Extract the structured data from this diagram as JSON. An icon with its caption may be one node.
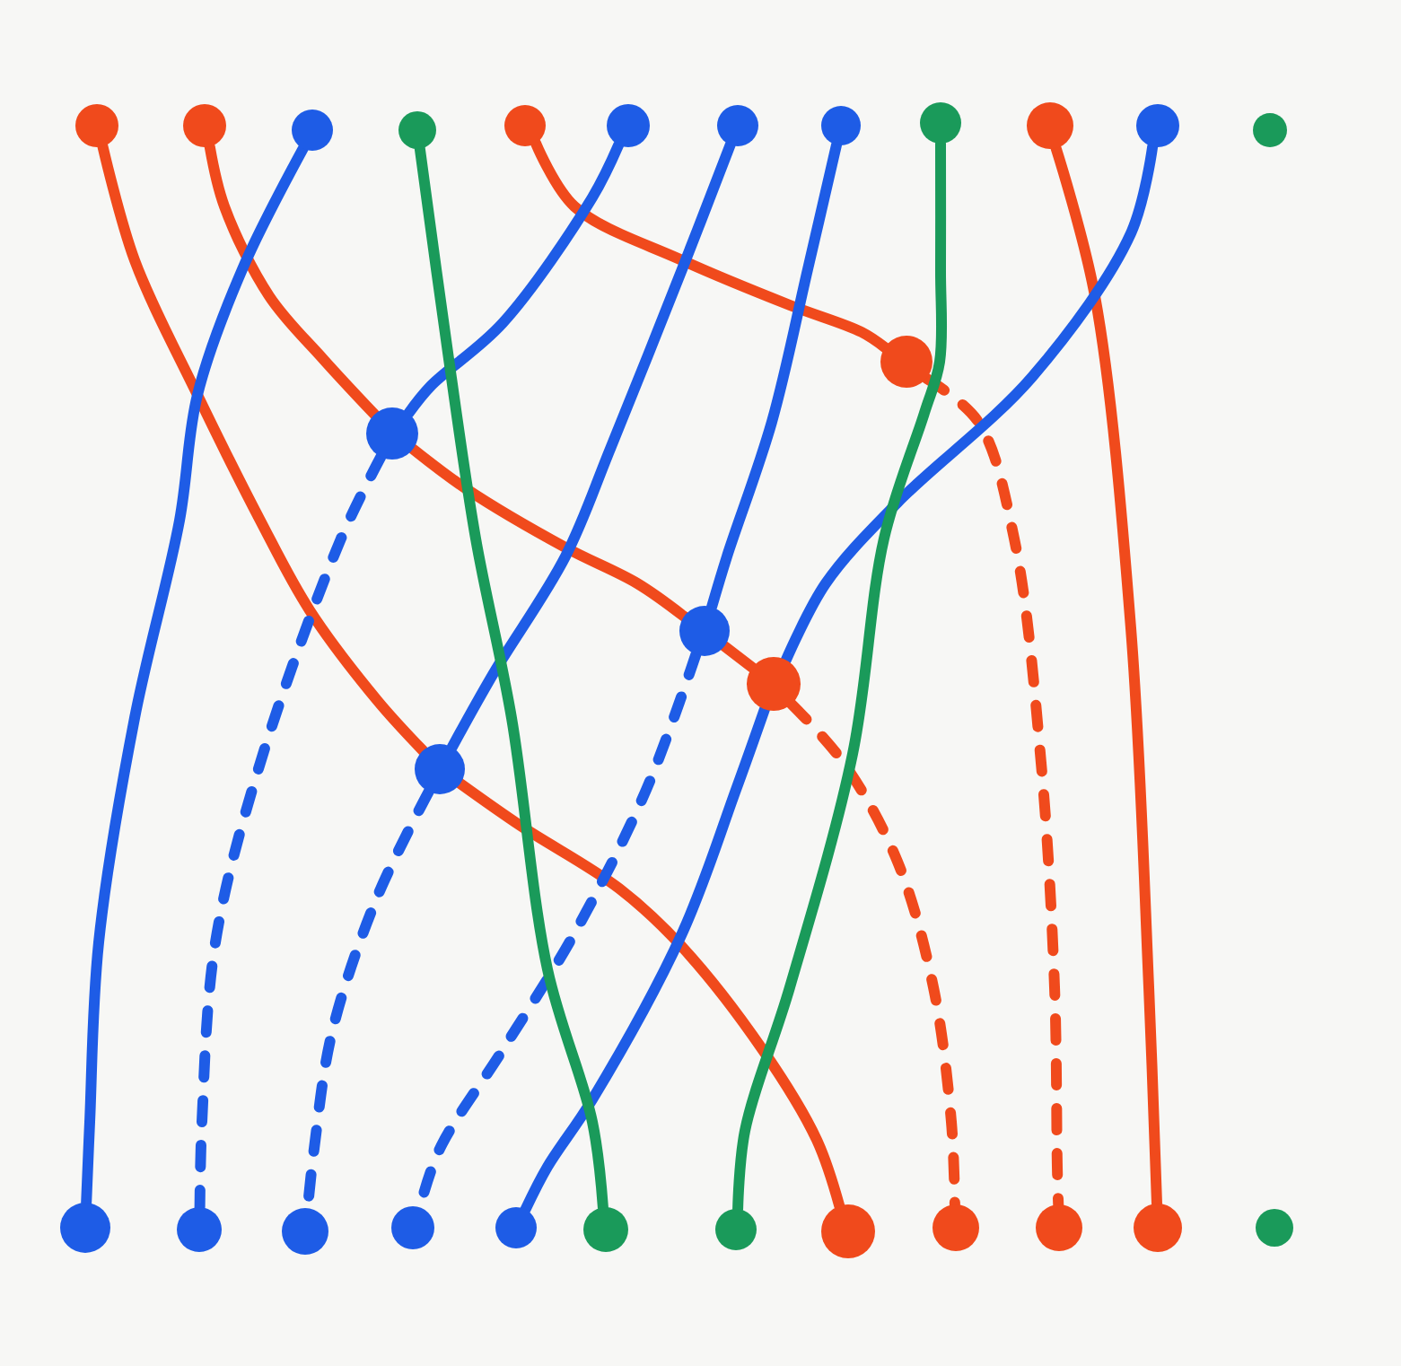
{
  "diagram": {
    "nodes": [
      {
        "text": [],
        "shape": "circle"
      },
      {
        "text": [],
        "shape": "circle"
      },
      {
        "text": [],
        "shape": "circle"
      },
      {
        "text": [],
        "shape": "circle"
      },
      {
        "text": [],
        "shape": "circle"
      },
      {
        "text": [],
        "shape": "circle"
      },
      {
        "text": [],
        "shape": "circle"
      },
      {
        "text": [],
        "shape": "circle"
      },
      {
        "text": [],
        "shape": "circle"
      },
      {
        "text": [],
        "shape": "circle"
      },
      {
        "text": [],
        "shape": "circle"
      },
      {
        "text": [],
        "shape": "circle"
      },
      {
        "text": [],
        "shape": "circle"
      },
      {
        "text": [],
        "shape": "circle"
      },
      {
        "text": [],
        "shape": "circle"
      },
      {
        "text": [],
        "shape": "circle"
      },
      {
        "text": [],
        "shape": "circle"
      },
      {
        "text": [],
        "shape": "circle"
      },
      {
        "text": [],
        "shape": "circle"
      },
      {
        "text": [],
        "shape": "circle"
      },
      {
        "text": [],
        "shape": "circle"
      },
      {
        "text": [],
        "shape": "circle"
      },
      {
        "text": [],
        "shape": "circle"
      },
      {
        "text": [],
        "shape": "circle"
      },
      {
        "text": [],
        "shape": "circle"
      },
      {
        "text": [],
        "shape": "circle"
      },
      {
        "text": [],
        "shape": "circle"
      },
      {
        "text": [],
        "shape": "circle"
      },
      {
        "text": [],
        "shape": "circle"
      }
    ],
    "edges": [
      {
        "from": 0,
        "to": 16,
        "arrow": "none",
        "color": "#f04a1c"
      },
      {
        "from": 16,
        "to": 24,
        "arrow": "none",
        "color": "#f04a1c"
      },
      {
        "from": 1,
        "to": 13,
        "arrow": "none",
        "color": "#f04a1c"
      },
      {
        "from": 13,
        "to": 14,
        "arrow": "none",
        "color": "#f04a1c"
      },
      {
        "from": 14,
        "to": 15,
        "arrow": "none",
        "color": "#f04a1c"
      },
      {
        "from": 15,
        "to": 25,
        "arrow": "none",
        "style": "dashed",
        "color": "#f04a1c"
      },
      {
        "from": 4,
        "to": 12,
        "arrow": "none",
        "color": "#f04a1c"
      },
      {
        "from": 12,
        "to": 26,
        "arrow": "none",
        "style": "dashed",
        "color": "#f04a1c"
      },
      {
        "from": 9,
        "to": 27,
        "arrow": "none",
        "color": "#f04a1c"
      },
      {
        "from": 2,
        "to": 17,
        "arrow": "none",
        "color": "#1e5ce6"
      },
      {
        "from": 5,
        "to": 13,
        "arrow": "none",
        "color": "#1e5ce6"
      },
      {
        "from": 13,
        "to": 18,
        "arrow": "none",
        "style": "dashed",
        "color": "#1e5ce6"
      },
      {
        "from": 6,
        "to": 16,
        "arrow": "none",
        "color": "#1e5ce6"
      },
      {
        "from": 16,
        "to": 19,
        "arrow": "none",
        "style": "dashed",
        "color": "#1e5ce6"
      },
      {
        "from": 7,
        "to": 14,
        "arrow": "none",
        "color": "#1e5ce6"
      },
      {
        "from": 14,
        "to": 20,
        "arrow": "none",
        "style": "dashed",
        "color": "#1e5ce6"
      },
      {
        "from": 10,
        "to": 15,
        "arrow": "none",
        "color": "#1e5ce6"
      },
      {
        "from": 15,
        "to": 21,
        "arrow": "none",
        "color": "#1e5ce6"
      },
      {
        "from": 3,
        "to": 22,
        "arrow": "none",
        "color": "#1a9a5a"
      },
      {
        "from": 8,
        "to": 23,
        "arrow": "none",
        "color": "#1a9a5a"
      }
    ]
  }
}
